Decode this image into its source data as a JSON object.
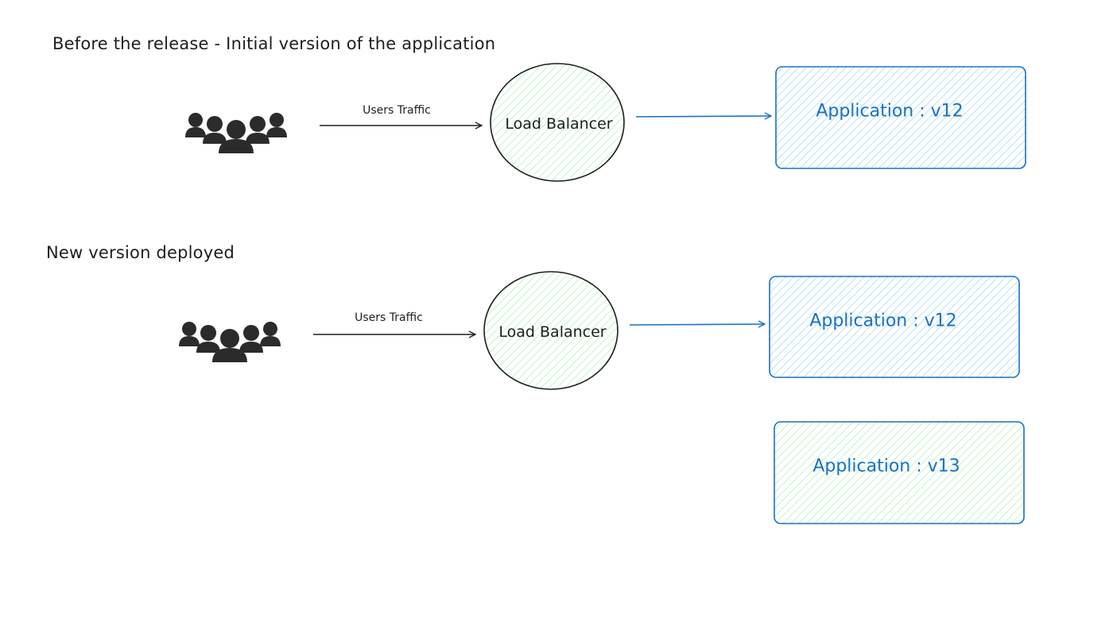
{
  "sections": [
    {
      "title": "Before the release - Initial version of the application",
      "traffic_label": "Users Traffic",
      "load_balancer_label": "Load Balancer",
      "apps": [
        {
          "label": "Application : v12",
          "fill": "#a5d8ff"
        }
      ]
    },
    {
      "title": "New version deployed",
      "traffic_label": "Users Traffic",
      "load_balancer_label": "Load Balancer",
      "apps": [
        {
          "label": "Application : v12",
          "fill": "#a5d8ff"
        },
        {
          "label": "Application : v13",
          "fill": "#b2f2bb"
        }
      ]
    }
  ],
  "colors": {
    "stroke": "#1e1e1e",
    "app_stroke": "#1971c2",
    "load_balancer_fill": "#b2f2bb",
    "users_icon": "#2b2b2b"
  },
  "icons": {
    "users": "users-group-icon"
  }
}
